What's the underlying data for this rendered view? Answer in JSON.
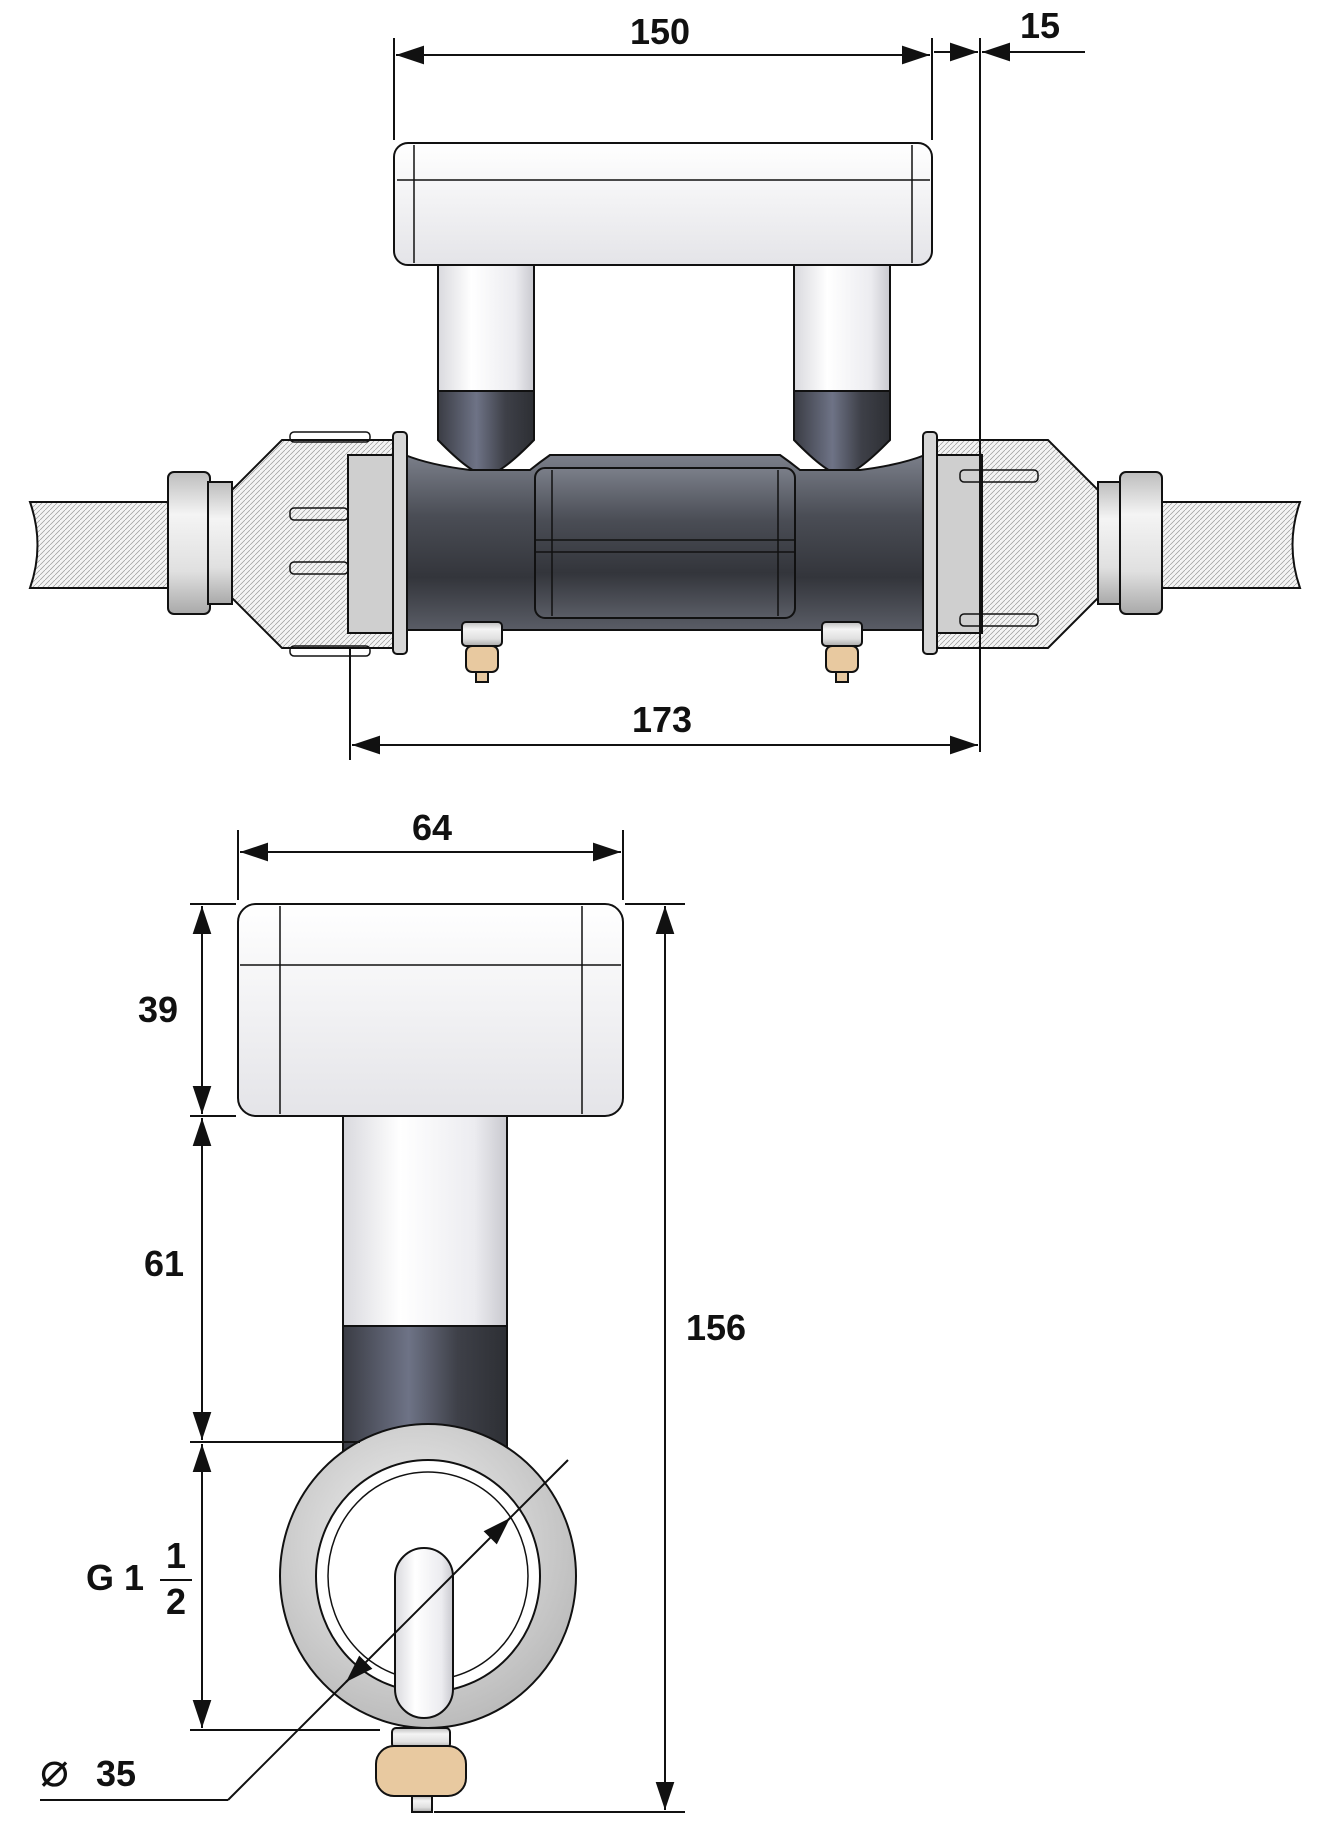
{
  "drawing": {
    "top_view": {
      "dims": {
        "width_top": "150",
        "offset": "15",
        "width_bottom": "173"
      }
    },
    "side_view": {
      "dims": {
        "width": "64",
        "housing_height": "39",
        "stem_height": "61",
        "total_height": "156",
        "thread_prefix": "G 1",
        "thread_num": "1",
        "thread_den": "2",
        "diameter_symbol": "⌀",
        "diameter": "35"
      }
    },
    "colors": {
      "line": "#111111",
      "pipe_dark": "#4a4d55",
      "pipe_mid": "#6b6f7a",
      "housing": "#f2f2f2",
      "nut": "#e6e6e6",
      "brass": "#e8c9a0"
    }
  }
}
